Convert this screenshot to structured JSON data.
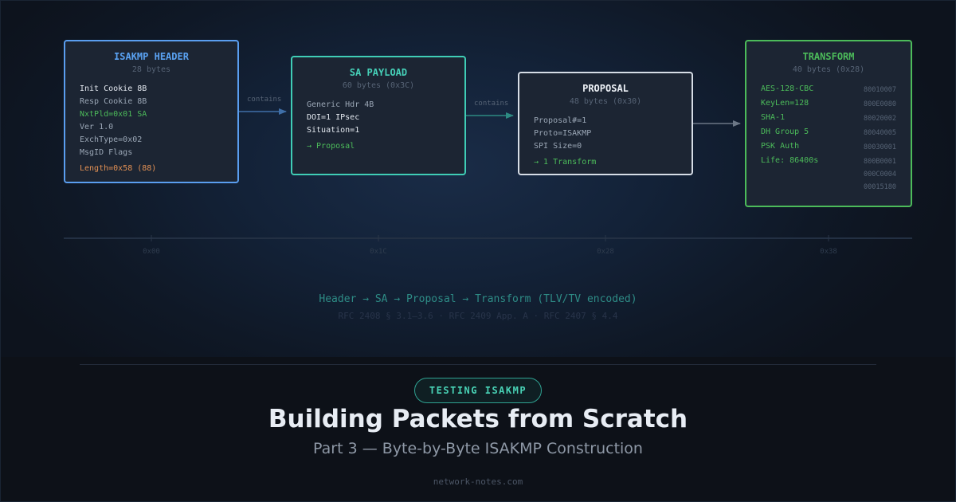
{
  "header_box": {
    "title": "ISAKMP HEADER",
    "subtitle": "28 bytes",
    "rows": [
      "Init Cookie 8B",
      "Resp Cookie 8B",
      "NxtPld=0x01 SA",
      "Ver 1.0",
      "ExchType=0x02",
      "MsgID Flags",
      "Length=0x58 (88)"
    ]
  },
  "sa_box": {
    "title": "SA PAYLOAD",
    "subtitle": "60 bytes (0x3C)",
    "rows": [
      "Generic Hdr 4B",
      "DOI=1 IPsec",
      "Situation=1",
      "→ Proposal"
    ]
  },
  "proposal_box": {
    "title": "PROPOSAL",
    "subtitle": "48 bytes (0x30)",
    "rows": [
      "Proposal#=1",
      "Proto=ISAKMP",
      "SPI Size=0",
      "→ 1 Transform"
    ]
  },
  "transform_box": {
    "title": "TRANSFORM",
    "subtitle": "40 bytes (0x28)",
    "rows": [
      "AES-128-CBC",
      "KeyLen=128",
      "SHA-1",
      "DH Group 5",
      "PSK Auth",
      "Life: 86400s"
    ],
    "hex": [
      "80010007",
      "800E0080",
      "80020002",
      "80040005",
      "80030001",
      "800B0001",
      "000C0004",
      "00015180"
    ]
  },
  "arrows": {
    "contains_1": "contains",
    "contains_2": "contains"
  },
  "offset_ticks": [
    "0x00",
    "0x1C",
    "0x28",
    "0x38"
  ],
  "flow_text": "Header → SA → Proposal → Transform (TLV/TV encoded)",
  "references": "RFC 2408 § 3.1–3.6 · RFC 2409 App. A · RFC 2407 § 4.4",
  "badge": "TESTING ISAKMP",
  "title": "Building Packets from Scratch",
  "subtitle": "Part 3 — Byte-by-Byte ISAKMP Construction",
  "footer": "network-notes.com",
  "colors": {
    "header_border": "#5a9ef0",
    "sa_border": "#3fcdb6",
    "proposal_border": "#d6dde6",
    "transform_border": "#4cbb5a",
    "accent_teal": "#49d3b6"
  }
}
